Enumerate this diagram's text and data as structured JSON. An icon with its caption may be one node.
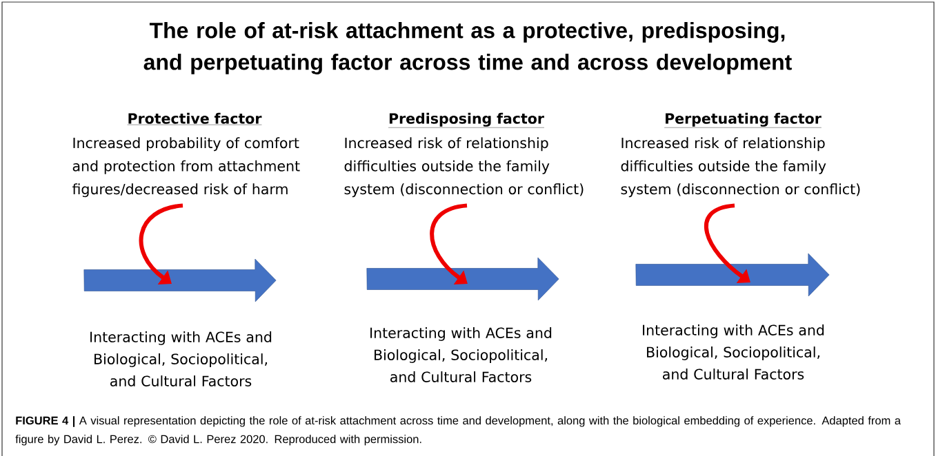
{
  "diagram": {
    "title": "The role of at-risk attachment as a protective, predisposing, and perpetuating factor across time and across development",
    "caption": "**FIGURE 4 |** A visual representation depicting the role of at-risk attachment across time and development, along with the biological embedding of experience. Adapted from a figure by David L. Perez. © David L. Perez 2020. Reproduced with permission.",
    "nodes": [
      {
        "text": [
          "Protective factor",
          "Increased probability of comfort and protection from attachment figures/decreased risk of harm"
        ]
      },
      {
        "text": [],
        "shape": "arrow",
        "beside": [
          "Interacting with ACEs and Biological, Sociopolitical, and Cultural Factors"
        ]
      },
      {
        "text": [
          "Predisposing factor",
          "Increased risk of relationship difficulties outside the family system (disconnection or conflict)"
        ]
      },
      {
        "text": [],
        "shape": "arrow",
        "beside": [
          "Interacting with ACEs and Biological, Sociopolitical, and Cultural Factors"
        ]
      },
      {
        "text": [
          "Perpetuating factor",
          "Increased risk of relationship difficulties outside the family system (disconnection or conflict)"
        ]
      },
      {
        "text": [],
        "shape": "arrow",
        "beside": [
          "Interacting with ACEs and Biological, Sociopolitical, and Cultural Factors"
        ]
      }
    ],
    "edges": [
      {
        "from": 0,
        "to": 1,
        "arrow": "to"
      },
      {
        "from": 2,
        "to": 3,
        "arrow": "to"
      },
      {
        "from": 4,
        "to": 5,
        "arrow": "to"
      }
    ]
  }
}
